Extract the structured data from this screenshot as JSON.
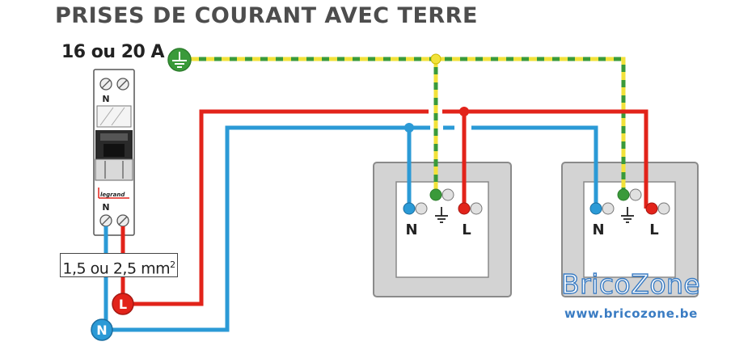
{
  "title": "PRISES DE COURANT AVEC TERRE",
  "breaker": {
    "rating": "16 ou 20 A",
    "top_terminal": "N",
    "bottom_terminal": "N",
    "brand": "legrand"
  },
  "cable": {
    "section_text": "1,5 ou 2,5 mm",
    "section_sup": "2"
  },
  "supply": {
    "line_marker": "L",
    "neutral_marker": "N"
  },
  "sockets": [
    {
      "neutral_label": "N",
      "line_label": "L"
    },
    {
      "neutral_label": "N",
      "line_label": "L"
    }
  ],
  "watermark": {
    "brand": "BricoZone",
    "url": "www.bricozone.be"
  },
  "colors": {
    "line": "#e2231a",
    "neutral": "#2b9ad6",
    "earth_green": "#3a9a3a",
    "earth_yellow": "#f2e23a",
    "socket_frame": "#d3d3d3",
    "socket_border": "#8a8a8a",
    "title": "#4d4d4d",
    "watermark": "#3a7cc3"
  }
}
